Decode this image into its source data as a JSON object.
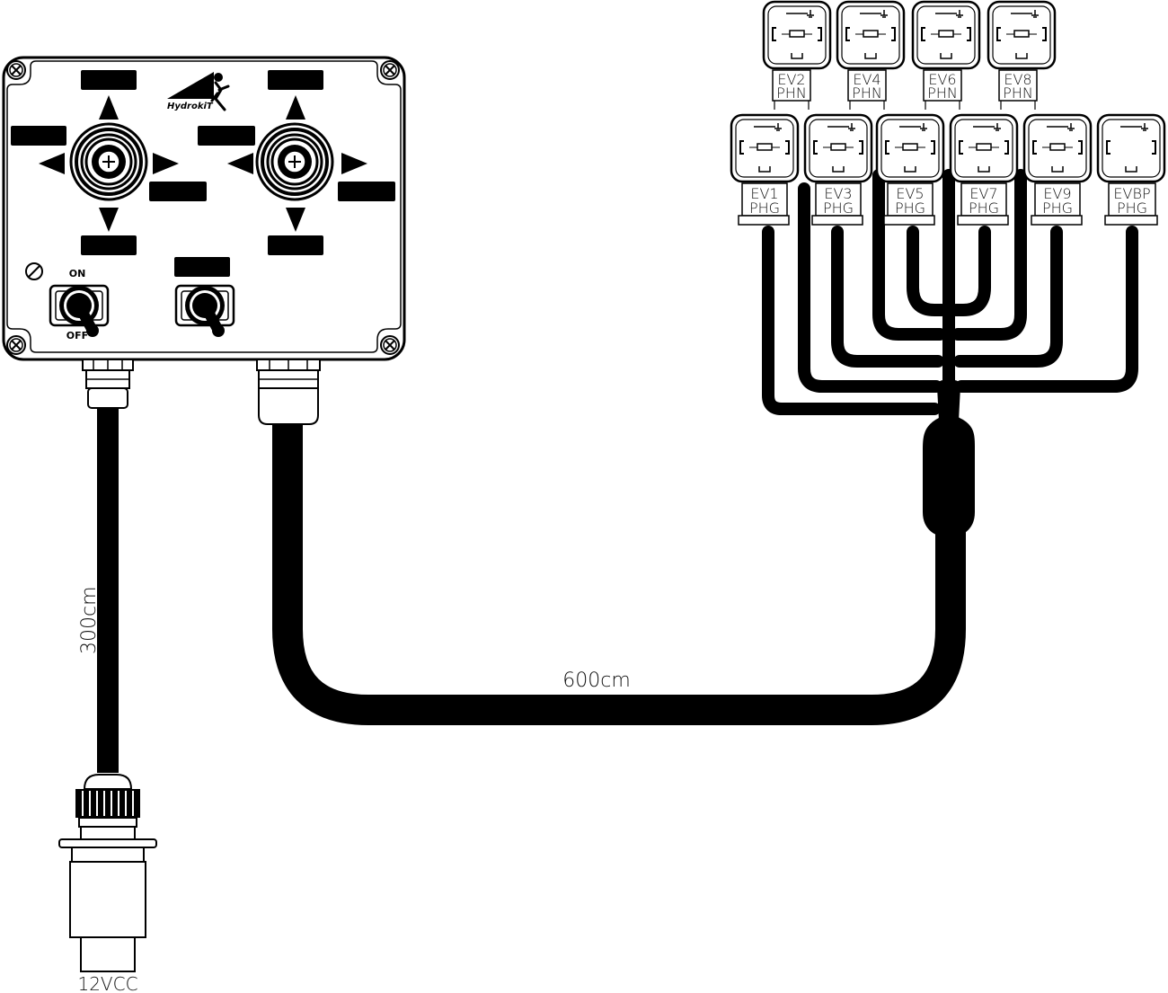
{
  "brand": {
    "logo_text": "HydrokiT"
  },
  "control_box": {
    "power_switch": {
      "on_label": "ON",
      "off_label": "OFF"
    }
  },
  "cables": {
    "power_length": "300cm",
    "main_length": "600cm",
    "plug_label": "12VCC"
  },
  "connectors": {
    "top_row": [
      {
        "id": "EV2",
        "type": "PHN"
      },
      {
        "id": "EV4",
        "type": "PHN"
      },
      {
        "id": "EV6",
        "type": "PHN"
      },
      {
        "id": "EV8",
        "type": "PHN"
      }
    ],
    "bottom_row": [
      {
        "id": "EV1",
        "type": "PHG"
      },
      {
        "id": "EV3",
        "type": "PHG"
      },
      {
        "id": "EV5",
        "type": "PHG"
      },
      {
        "id": "EV7",
        "type": "PHG"
      },
      {
        "id": "EV9",
        "type": "PHG"
      },
      {
        "id": "EVBP",
        "type": "PHG"
      }
    ]
  },
  "colors": {
    "stroke": "#000000",
    "background": "#ffffff"
  }
}
